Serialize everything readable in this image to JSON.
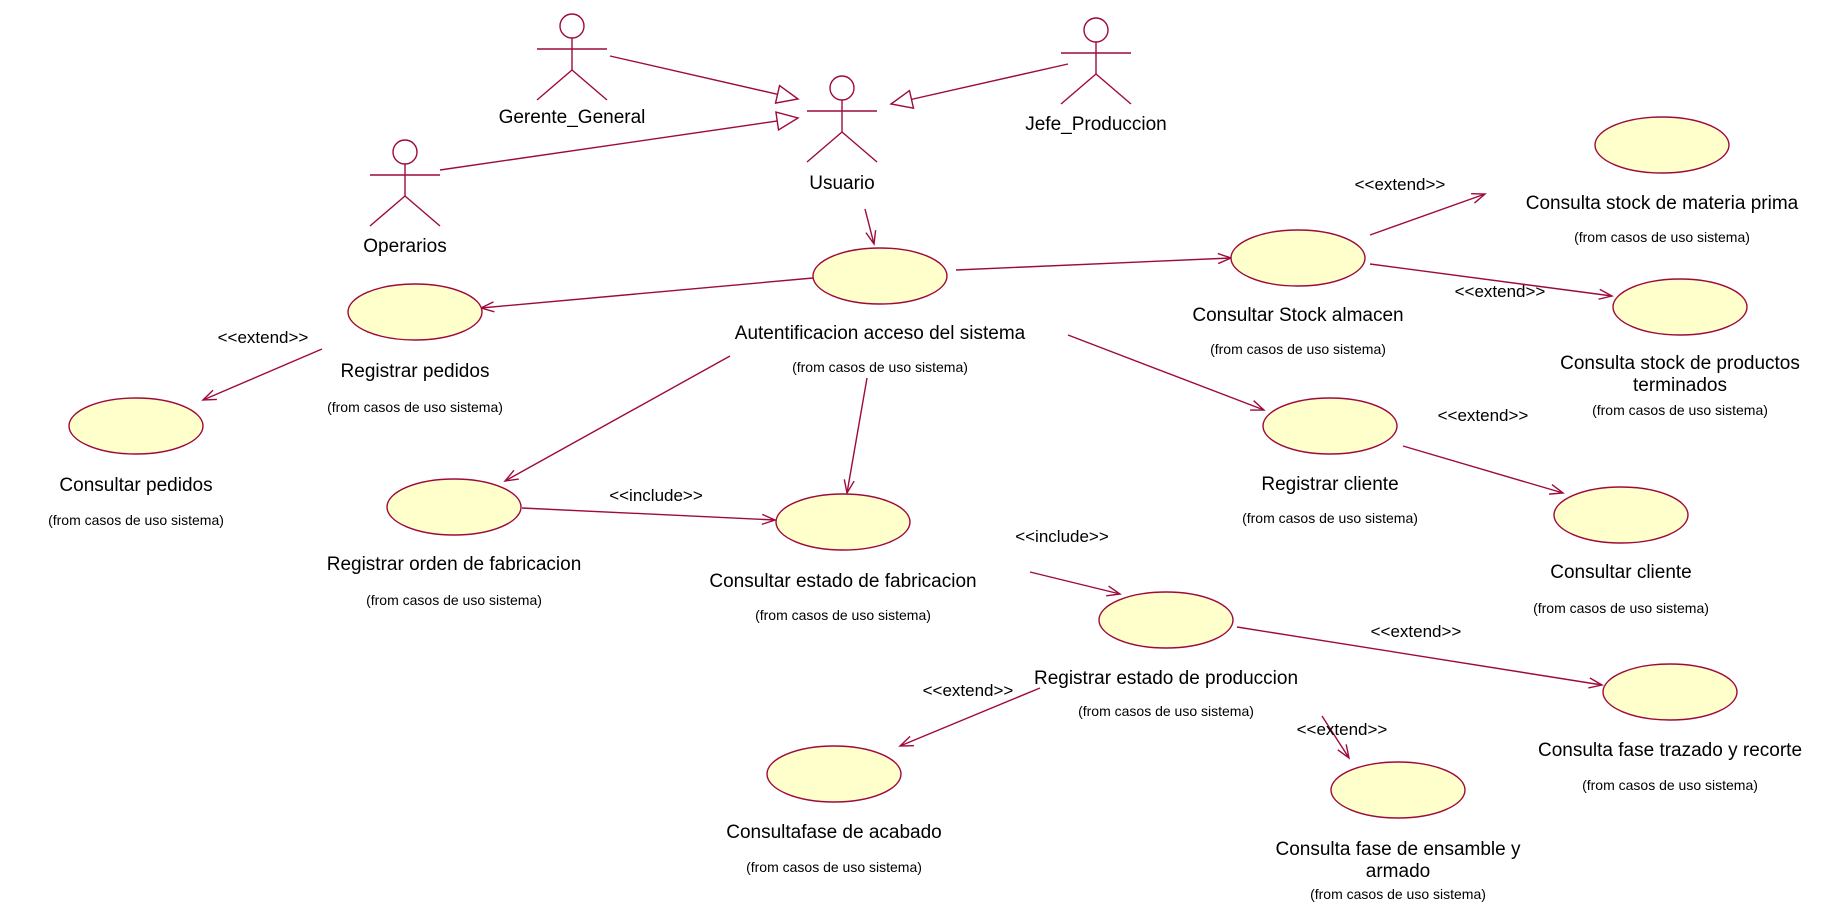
{
  "actors": [
    {
      "id": "gerente",
      "label": "Gerente_General"
    },
    {
      "id": "jefe",
      "label": "Jefe_Produccion"
    },
    {
      "id": "usuario",
      "label": "Usuario"
    },
    {
      "id": "operarios",
      "label": "Operarios"
    }
  ],
  "use_cases": [
    {
      "id": "auth",
      "label": [
        "Autentificacion acceso del sistema"
      ],
      "package": "(from casos de uso sistema)"
    },
    {
      "id": "stock",
      "label": [
        "Consultar Stock almacen"
      ],
      "package": "(from casos de uso sistema)"
    },
    {
      "id": "mat",
      "label": [
        "Consulta stock de materia prima"
      ],
      "package": "(from casos de uso sistema)"
    },
    {
      "id": "prod",
      "label": [
        "Consulta stock de productos",
        "terminados"
      ],
      "package": "(from casos de uso sistema)"
    },
    {
      "id": "regped",
      "label": [
        "Registrar pedidos"
      ],
      "package": "(from casos de uso sistema)"
    },
    {
      "id": "conped",
      "label": [
        "Consultar pedidos"
      ],
      "package": "(from casos de uso sistema)"
    },
    {
      "id": "regord",
      "label": [
        "Registrar orden de fabricacion"
      ],
      "package": "(from casos de uso sistema)"
    },
    {
      "id": "conest",
      "label": [
        "Consultar estado de fabricacion"
      ],
      "package": "(from casos de uso sistema)"
    },
    {
      "id": "regcli",
      "label": [
        "Registrar cliente"
      ],
      "package": "(from casos de uso sistema)"
    },
    {
      "id": "concli",
      "label": [
        "Consultar cliente"
      ],
      "package": "(from casos de uso sistema)"
    },
    {
      "id": "regprod",
      "label": [
        "Registrar estado de produccion"
      ],
      "package": "(from casos de uso sistema)"
    },
    {
      "id": "trazado",
      "label": [
        "Consulta fase trazado y recorte"
      ],
      "package": "(from casos de uso sistema)"
    },
    {
      "id": "acabado",
      "label": [
        "Consultafase de acabado"
      ],
      "package": "(from casos de uso sistema)"
    },
    {
      "id": "ensamble",
      "label": [
        "Consulta fase de ensamble y",
        "armado"
      ],
      "package": "(from casos de uso sistema)"
    }
  ],
  "relations": [
    {
      "id": "g1",
      "kind": "generalization",
      "from": "gerente",
      "to": "usuario"
    },
    {
      "id": "g2",
      "kind": "generalization",
      "from": "jefe",
      "to": "usuario"
    },
    {
      "id": "g3",
      "kind": "generalization",
      "from": "operarios",
      "to": "usuario"
    },
    {
      "id": "a1",
      "kind": "association",
      "from": "usuario",
      "to": "auth"
    },
    {
      "id": "a2",
      "kind": "association",
      "from": "auth",
      "to": "stock"
    },
    {
      "id": "a3",
      "kind": "association",
      "from": "auth",
      "to": "regped"
    },
    {
      "id": "a4",
      "kind": "association",
      "from": "auth",
      "to": "regord"
    },
    {
      "id": "a5",
      "kind": "association",
      "from": "auth",
      "to": "conest"
    },
    {
      "id": "a6",
      "kind": "association",
      "from": "auth",
      "to": "regcli"
    },
    {
      "id": "e1",
      "kind": "extend",
      "label": "<<extend>>",
      "from": "stock",
      "to": "mat"
    },
    {
      "id": "e2",
      "kind": "extend",
      "label": "<<extend>>",
      "from": "stock",
      "to": "prod"
    },
    {
      "id": "e3",
      "kind": "extend",
      "label": "<<extend>>",
      "from": "regped",
      "to": "conped"
    },
    {
      "id": "i1",
      "kind": "include",
      "label": "<<include>>",
      "from": "regord",
      "to": "conest"
    },
    {
      "id": "e4",
      "kind": "extend",
      "label": "<<extend>>",
      "from": "regcli",
      "to": "concli"
    },
    {
      "id": "i2",
      "kind": "include",
      "label": "<<include>>",
      "from": "conest",
      "to": "regprod"
    },
    {
      "id": "e5",
      "kind": "extend",
      "label": "<<extend>>",
      "from": "regprod",
      "to": "trazado"
    },
    {
      "id": "e6",
      "kind": "extend",
      "label": "<<extend>>",
      "from": "regprod",
      "to": "acabado"
    },
    {
      "id": "e7",
      "kind": "extend",
      "label": "<<extend>>",
      "from": "regprod",
      "to": "ensamble"
    }
  ]
}
